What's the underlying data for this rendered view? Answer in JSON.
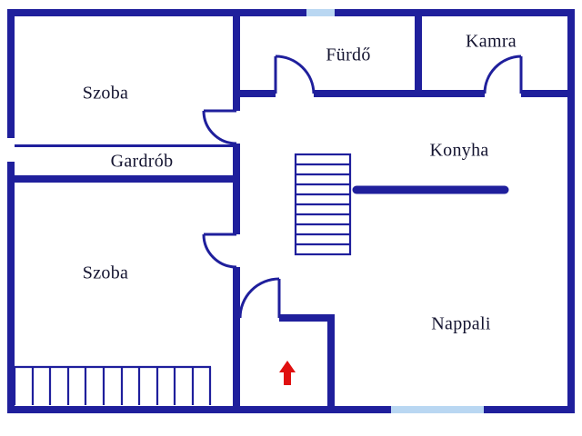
{
  "plan": {
    "type": "floor-plan",
    "language": "hu"
  },
  "rooms": [
    {
      "id": "szoba-top",
      "label": "Szoba"
    },
    {
      "id": "furdo",
      "label": "Fürdő"
    },
    {
      "id": "kamra",
      "label": "Kamra"
    },
    {
      "id": "gardrob",
      "label": "Gardrób"
    },
    {
      "id": "konyha",
      "label": "Konyha"
    },
    {
      "id": "szoba-bottom",
      "label": "Szoba"
    },
    {
      "id": "nappali",
      "label": "Nappali"
    }
  ],
  "symbols": {
    "entrance_arrow": "red-up-arrow",
    "staircase": "interior-stairs",
    "exterior_steps": "bottom-left-steps",
    "doors": [
      "szoba-top-door",
      "szoba-bottom-door",
      "furdo-door",
      "kamra-door",
      "nappali-door"
    ],
    "windows": [
      "top-window",
      "bottom-window",
      "left-window"
    ]
  },
  "colors": {
    "wall": "#1f1f9c",
    "window": "#b9d7f2",
    "arrow": "#e01010",
    "background": "#ffffff",
    "text": "#141430"
  }
}
